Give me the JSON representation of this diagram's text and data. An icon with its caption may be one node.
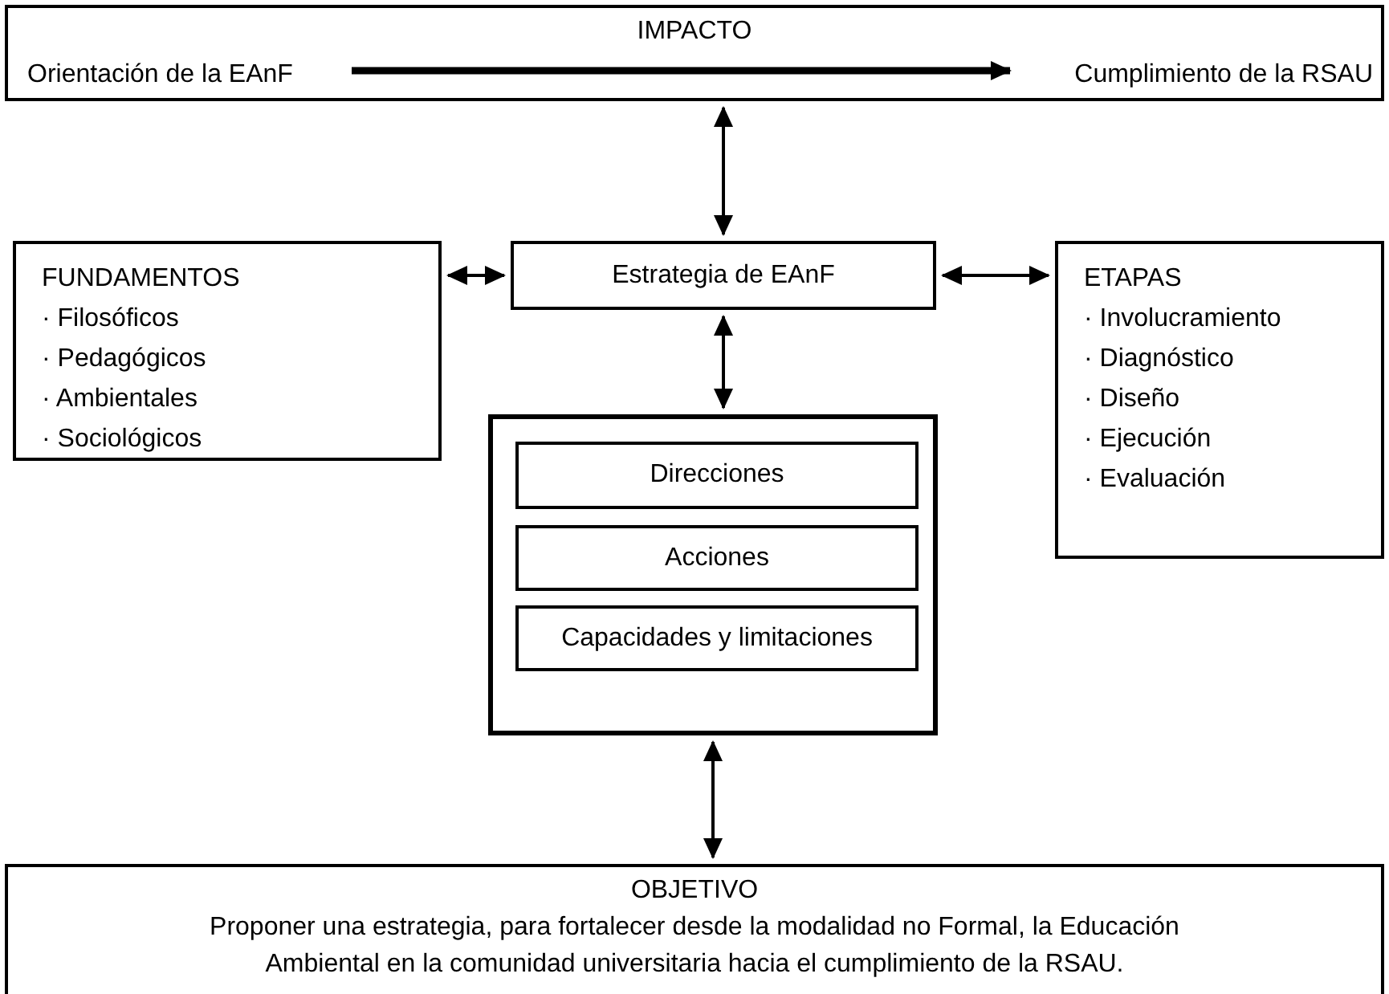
{
  "diagram": {
    "nodes": [
      {
        "text": [
          "IMPACTO"
        ]
      },
      {
        "text": [
          "Orientación de la EAnF"
        ],
        "in": 0
      },
      {
        "text": [
          "Cumplimiento de la RSAU"
        ],
        "in": 0
      },
      {
        "text": [
          "FUNDAMENTOS",
          "· Filosóficos",
          "· Pedagógicos",
          "· Ambientales",
          "· Sociológicos"
        ]
      },
      {
        "text": [
          "Estrategia de EAnF"
        ]
      },
      {
        "text": [
          "ETAPAS",
          "· Involucramiento",
          "· Diagnóstico",
          "· Diseño",
          "· Ejecución",
          "· Evaluación"
        ]
      },
      {
        "text": [],
        "shape": "box"
      },
      {
        "text": [
          "Direcciones"
        ],
        "in": 6
      },
      {
        "text": [
          "Acciones"
        ],
        "in": 6
      },
      {
        "text": [
          "Capacidades y limitaciones"
        ],
        "in": 6
      },
      {
        "text": [
          "OBJETIVO",
          "Proponer una estrategia, para fortalecer desde la modalidad no Formal, la Educación Ambiental en la comunidad universitaria hacia el cumplimiento de la RSAU."
        ]
      }
    ],
    "edges": [
      {
        "from": 1,
        "to": 2,
        "arrow": "to",
        "style": "thick"
      },
      {
        "from": 0,
        "to": 4,
        "arrow": "both"
      },
      {
        "from": 3,
        "to": 4,
        "arrow": "both"
      },
      {
        "from": 4,
        "to": 5,
        "arrow": "both"
      },
      {
        "from": 4,
        "to": 6,
        "arrow": "both"
      },
      {
        "from": 6,
        "to": 10,
        "arrow": "both"
      }
    ]
  }
}
